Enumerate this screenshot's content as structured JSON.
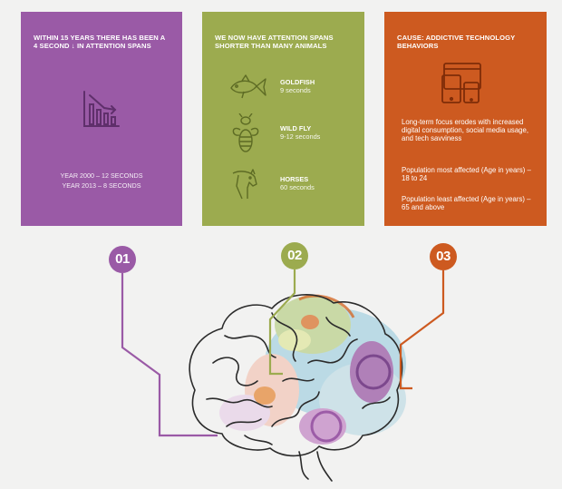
{
  "panels": {
    "p1": {
      "title": "WITHIN 15 YEARS THERE HAS BEEN A 4 SECOND ↓ IN ATTENTION SPANS",
      "icon": "declining-bar-chart-icon",
      "year_2000": "YEAR 2000 – 12 SECONDS",
      "year_2013": "YEAR 2013 – 8 SECONDS"
    },
    "p2": {
      "title": "WE NOW HAVE ATTENTION SPANS SHORTER THAN MANY ANIMALS",
      "animals": [
        {
          "name": "GOLDFISH",
          "value": "9 seconds",
          "icon": "goldfish-icon"
        },
        {
          "name": "WILD FLY",
          "value": "9-12 seconds",
          "icon": "fly-icon"
        },
        {
          "name": "HORSES",
          "value": "60 seconds",
          "icon": "horse-icon"
        }
      ]
    },
    "p3": {
      "title": "CAUSE: ADDICTIVE TECHNOLOGY BEHAVIORS",
      "icon": "devices-icon",
      "para1": "Long-term focus erodes with increased digital consumption, social media usage, and tech savviness",
      "para2": "Population most affected (Age in years) – 18 to 24",
      "para3": "Population least affected (Age in years) – 65 and above"
    }
  },
  "badges": [
    "01",
    "02",
    "03"
  ],
  "colors": {
    "purple": "#9a5aa6",
    "green": "#9cab4f",
    "orange": "#cd5a20",
    "background": "#f2f2f1"
  }
}
